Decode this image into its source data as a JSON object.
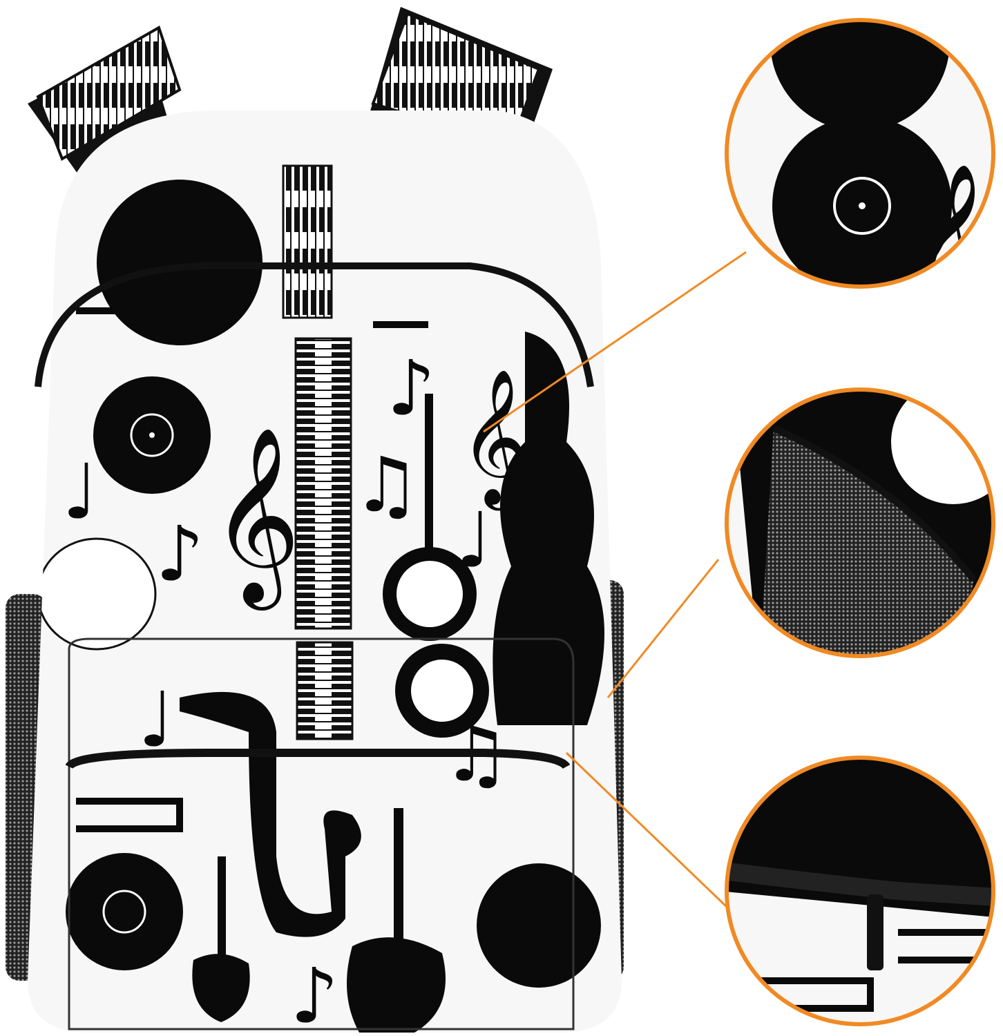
{
  "image": {
    "subject": "backpack",
    "pattern_icons": [
      "vinyl-record-icon",
      "piano-keyboard-icon",
      "treble-clef-icon",
      "music-note-icon",
      "banjo-icon",
      "saxophone-icon",
      "trumpet-icon",
      "guitar-icon",
      "double-bass-icon"
    ],
    "detail_callouts": [
      "vinyl-detail",
      "mesh-side-pocket-detail",
      "zipper-detail"
    ]
  },
  "colors": {
    "background": "#ffffff",
    "pattern_dark": "#0a0a0a",
    "fabric_light": "#f7f7f7",
    "callout_ring": "#f08a24",
    "mesh": "#8a8a8a"
  }
}
